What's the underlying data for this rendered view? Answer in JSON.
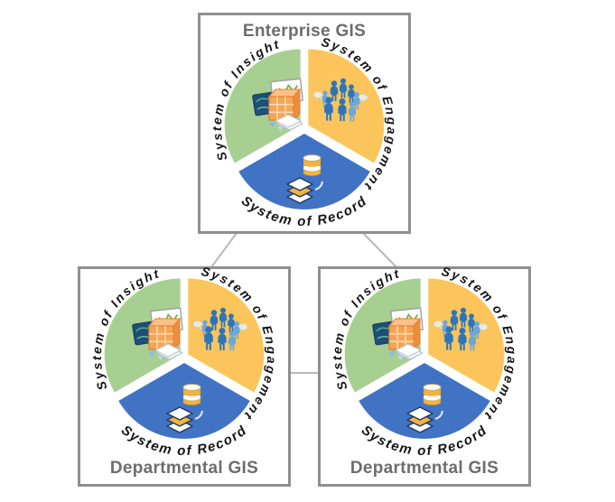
{
  "diagram": {
    "nodes": [
      {
        "title": "Enterprise GIS"
      },
      {
        "title": "Departmental GIS"
      },
      {
        "title": "Departmental GIS"
      }
    ],
    "pie": {
      "labels": {
        "insight": "System of Insight",
        "engagement": "System of Engagement",
        "record": "System of Record"
      },
      "colors": {
        "insight": "#a7cf92",
        "engagement": "#fbc55c",
        "record": "#4173c4"
      },
      "icons": {
        "insight": "map-chart-cube-icon",
        "engagement": "people-conversation-icon",
        "record": "database-layers-icon"
      }
    },
    "colors": {
      "node_border": "#8f8f8f",
      "title_text": "#6d6d6d",
      "connector": "#b8b8b8",
      "label_text": "#151515"
    }
  }
}
